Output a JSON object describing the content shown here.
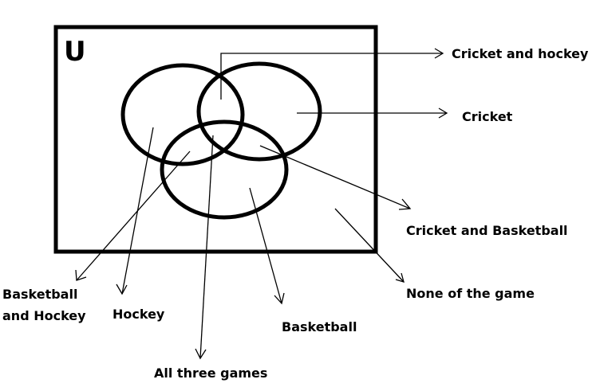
{
  "universal_set_label": "U",
  "labels": {
    "cricket_and_hockey": "Cricket and hockey",
    "cricket": "Cricket",
    "cricket_and_basketball": "Cricket and Basketball",
    "none_of_the_game": "None of the game",
    "basketball_and_hockey_line1": "Basketball",
    "basketball_and_hockey_line2": "and Hockey",
    "hockey": "Hockey",
    "basketball": "Basketball",
    "all_three_games": "All three games"
  }
}
